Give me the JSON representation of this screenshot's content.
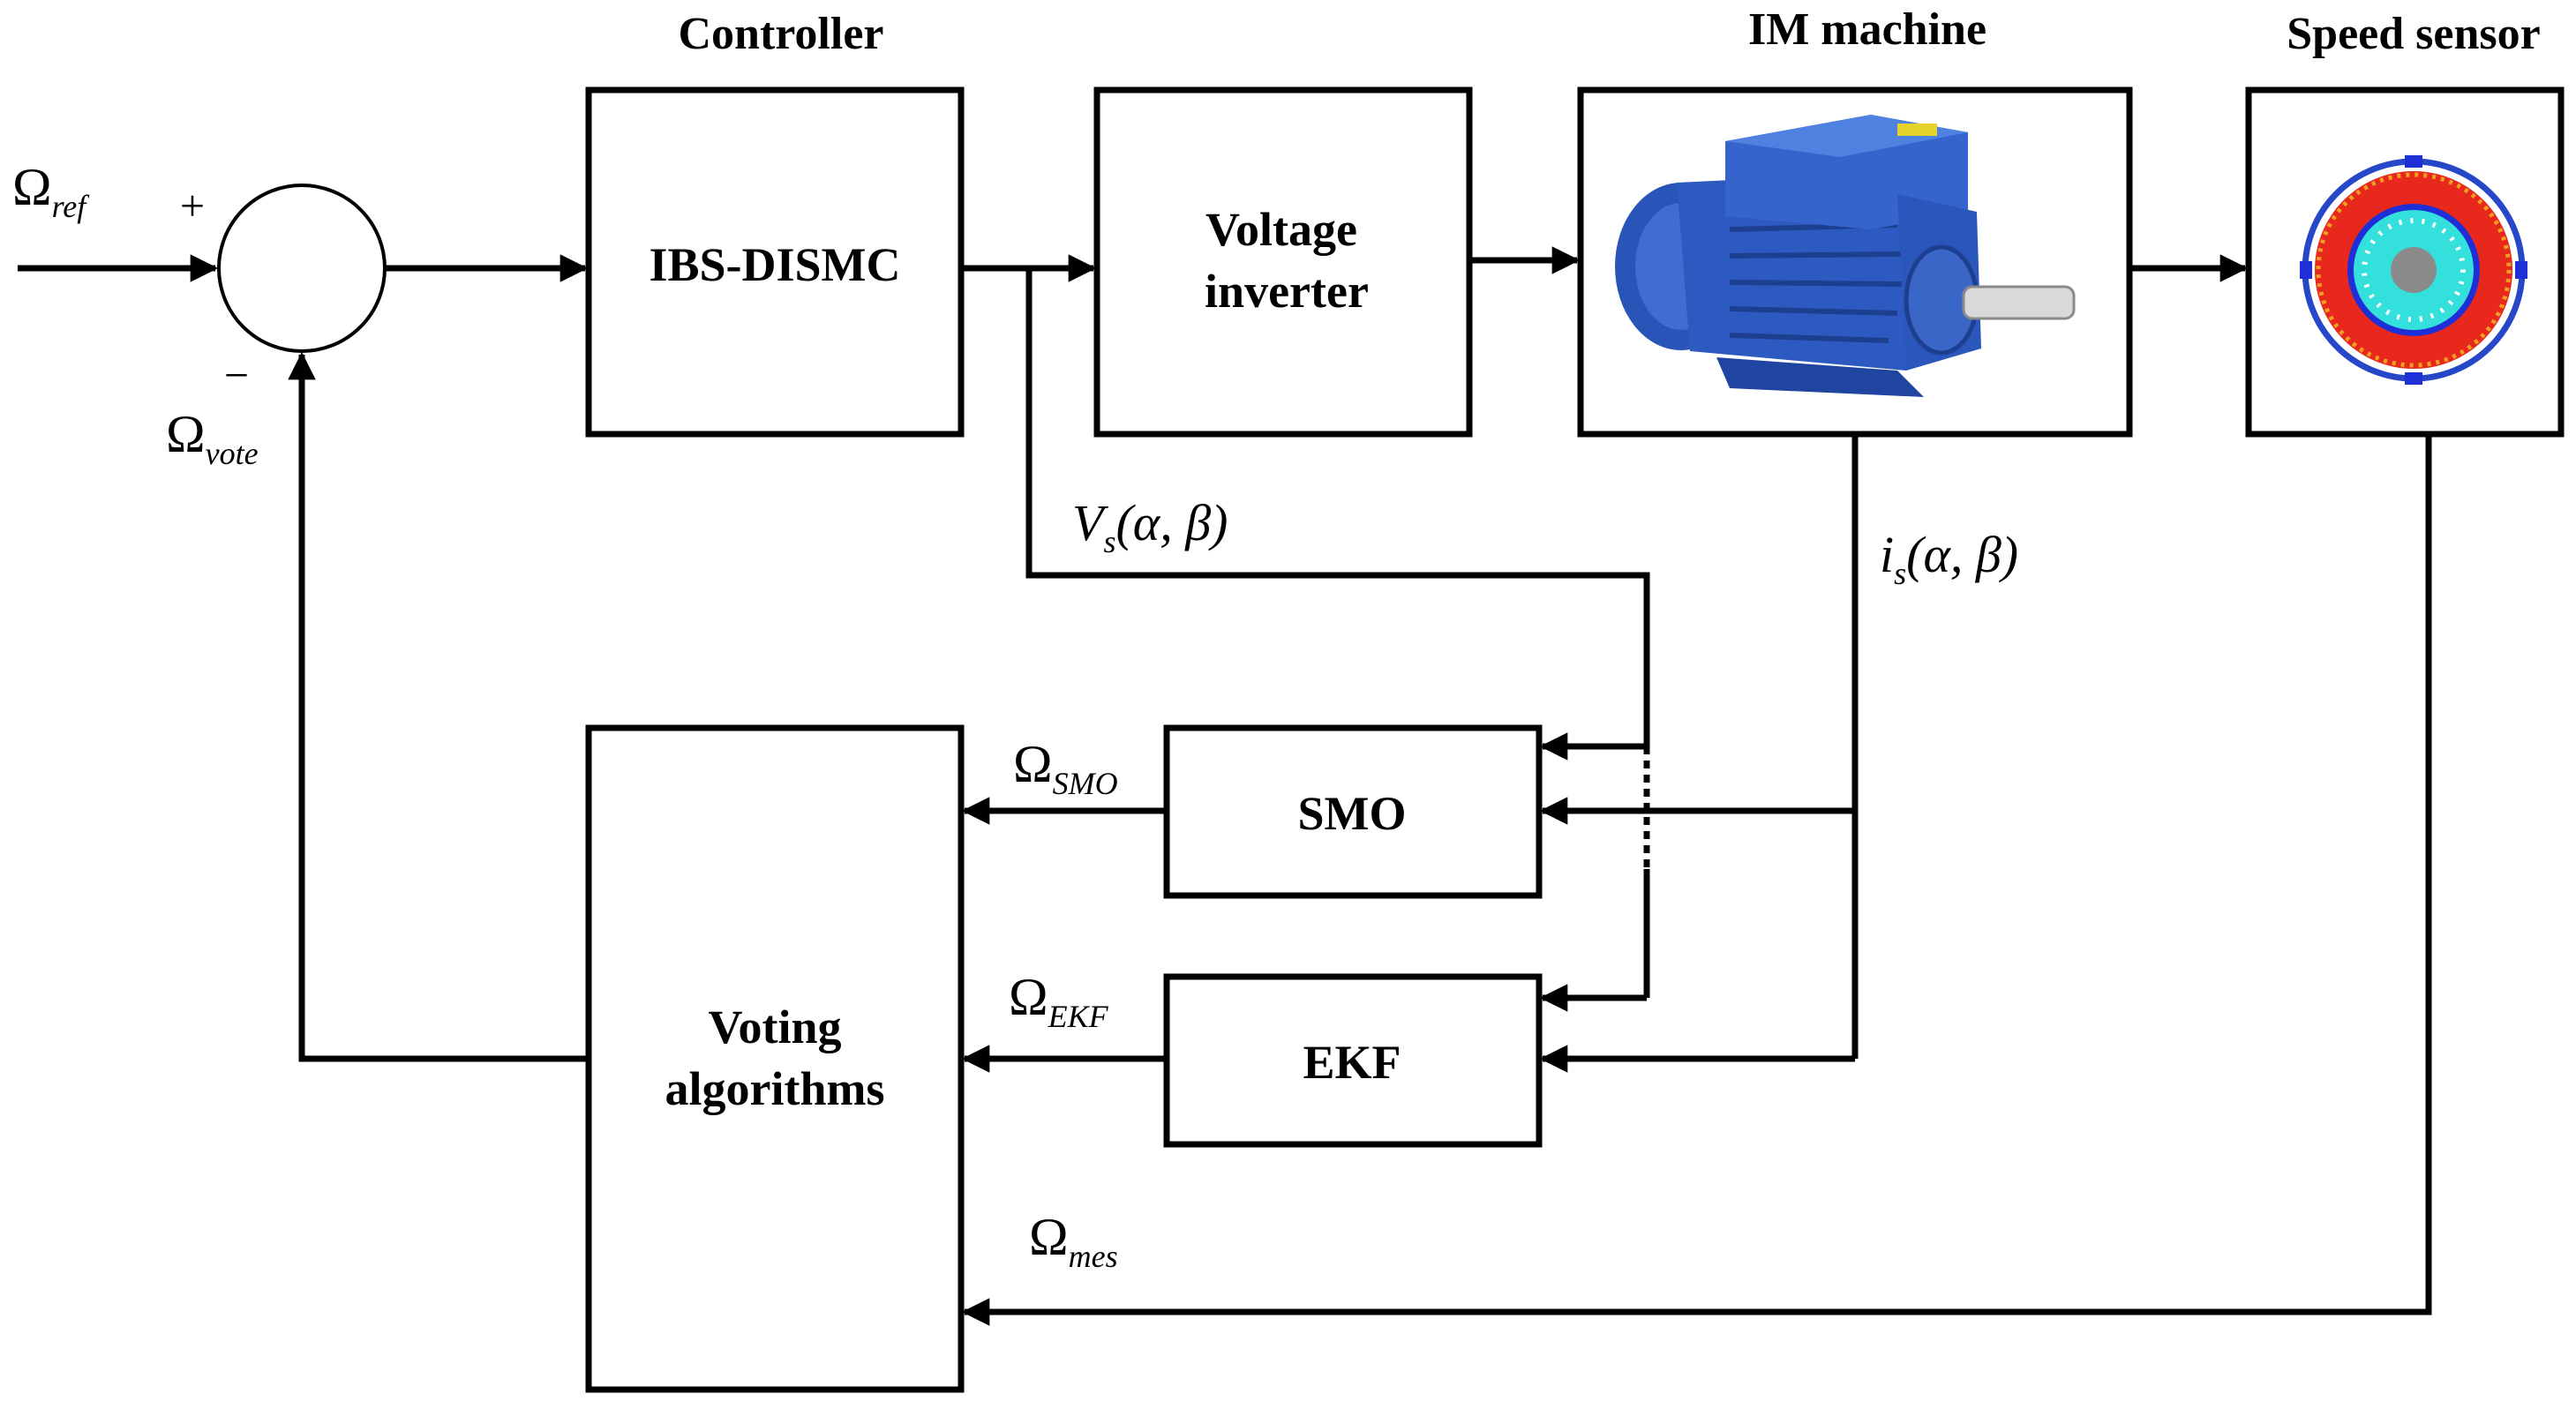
{
  "headers": {
    "controller": "Controller",
    "im_machine": "IM machine",
    "speed_sensor": "Speed sensor"
  },
  "blocks": {
    "ibs_dismc": "IBS-DISMC",
    "inverter_line1": "Voltage",
    "inverter_line2": "inverter",
    "smo": "SMO",
    "ekf": "EKF",
    "voting_line1": "Voting",
    "voting_line2": "algorithms"
  },
  "signals": {
    "omega": "Ω",
    "ref_sub": "ref",
    "vote_sub": "vote",
    "smo_sub": "SMO",
    "ekf_sub": "EKF",
    "mes_sub": "mes",
    "plus": "+",
    "minus": "−",
    "vs_main": "V",
    "vs_sub": "s",
    "is_main": "i",
    "is_sub": "s",
    "alpha_beta": "(α, β)"
  },
  "colors": {
    "motor_body": "#2a55b8",
    "sensor_outer": "#2747c9",
    "sensor_red": "#e8281c",
    "sensor_cyan": "#33e0dc",
    "sensor_core": "#8a8a8a"
  }
}
